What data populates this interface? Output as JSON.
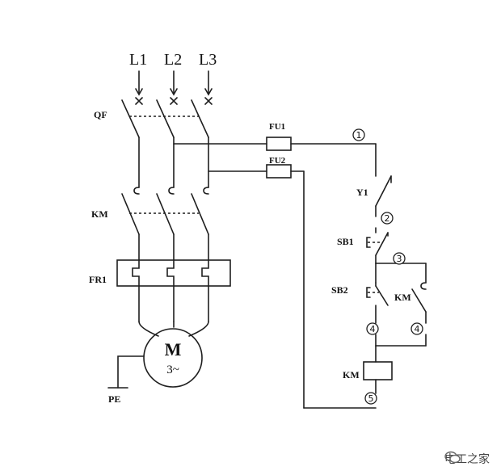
{
  "phases": {
    "l1": "L1",
    "l2": "L2",
    "l3": "L3"
  },
  "components": {
    "qf": "QF",
    "km_main": "KM",
    "fr1": "FR1",
    "motor_letter": "M",
    "motor_type": "3~",
    "pe": "PE",
    "fu1": "FU1",
    "fu2": "FU2",
    "y1": "Y1",
    "sb1": "SB1",
    "sb2": "SB2",
    "km_aux": "KM",
    "km_coil": "KM"
  },
  "nodes": {
    "n1": "1",
    "n2": "2",
    "n3": "3",
    "n4a": "4",
    "n4b": "4",
    "n5": "5"
  },
  "watermark": {
    "text": "电工之家"
  }
}
